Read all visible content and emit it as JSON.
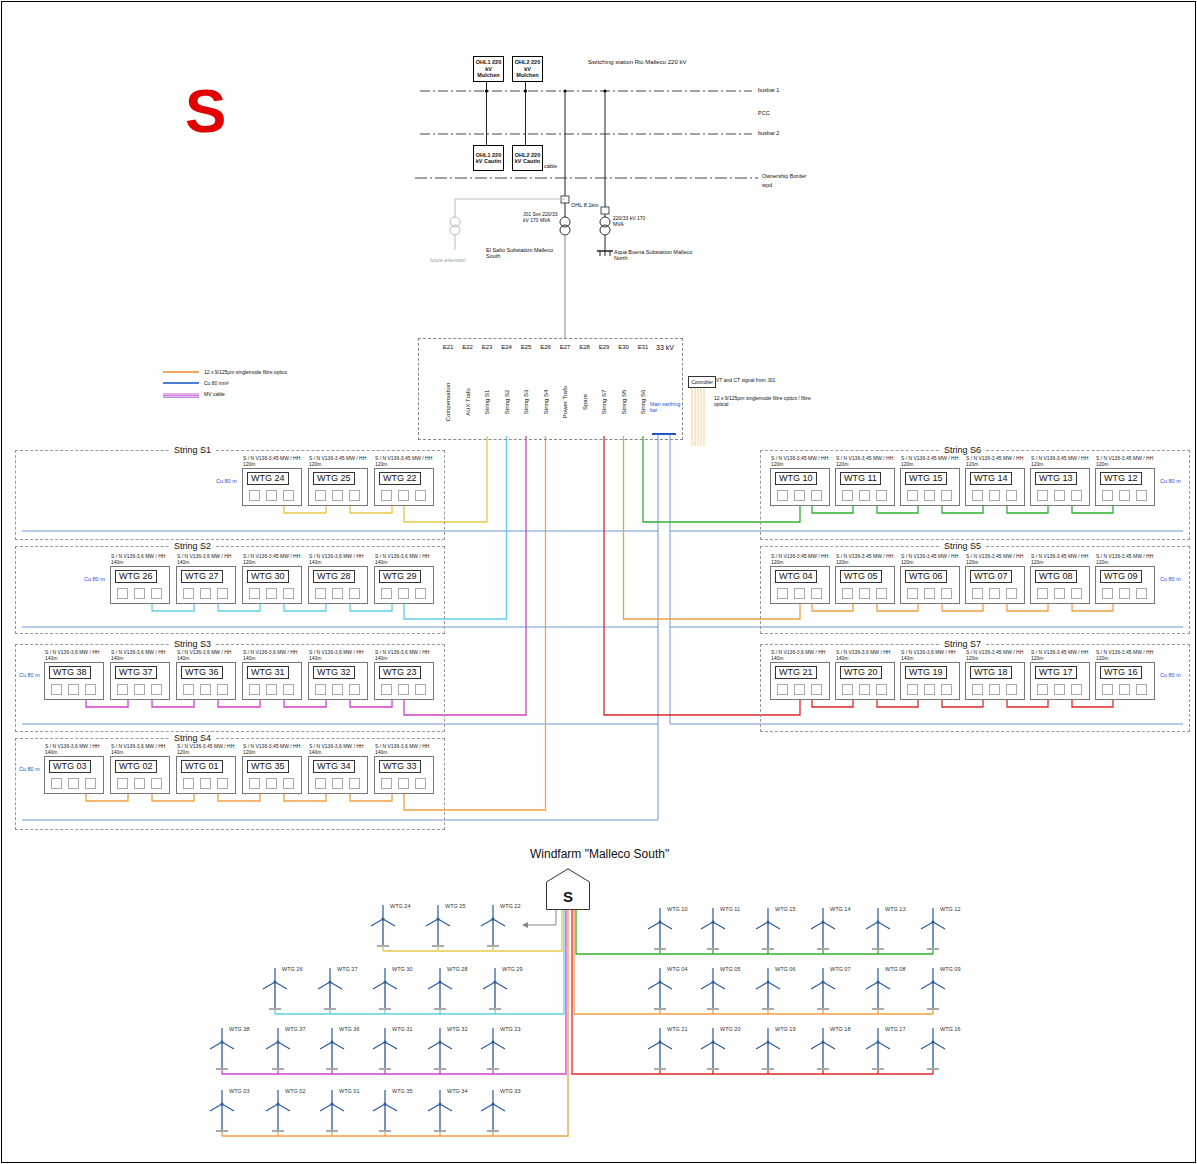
{
  "diagram": {
    "nodes": [
      {
        "text": [
          "OHL1 220 kV Mulchen"
        ]
      },
      {
        "text": [
          "OHL2 220 kV Mulchen"
        ]
      },
      {
        "text": [
          "OHL1 220 kV Cautin"
        ]
      },
      {
        "text": [
          "OHL2 220 kV Cautin"
        ]
      },
      {
        "text": [
          "33 kV"
        ]
      },
      {
        "text": [
          "E21",
          "Compensation"
        ],
        "in": 4
      },
      {
        "text": [
          "E22",
          "AUX Trafo"
        ],
        "in": 4
      },
      {
        "text": [
          "E23",
          "String S1"
        ],
        "in": 4
      },
      {
        "text": [
          "E24",
          "String S2"
        ],
        "in": 4
      },
      {
        "text": [
          "E25",
          "String S3"
        ],
        "in": 4
      },
      {
        "text": [
          "E26",
          "String S4"
        ],
        "in": 4
      },
      {
        "text": [
          "E27",
          "Power Trafo"
        ],
        "in": 4
      },
      {
        "text": [
          "E28",
          "Spare"
        ],
        "in": 4
      },
      {
        "text": [
          "E29",
          "String S7"
        ],
        "in": 4
      },
      {
        "text": [
          "E30",
          "String S5"
        ],
        "in": 4
      },
      {
        "text": [
          "E31",
          "String S6"
        ],
        "in": 4
      },
      {
        "text": [
          "Controller"
        ]
      },
      {
        "text": [
          "String S1"
        ]
      },
      {
        "text": [
          "S / N V136-3,45 MW / HH 120m",
          "WTG 24"
        ],
        "in": 17
      },
      {
        "text": [
          "S / N V136-3,45 MW / HH 120m",
          "WTG 25"
        ],
        "in": 17
      },
      {
        "text": [
          "S / N V136-3,45 MW / HH 120m",
          "WTG 22"
        ],
        "in": 17
      },
      {
        "text": [
          "String S2"
        ]
      },
      {
        "text": [
          "S / N V136-3,6 MW / HH 140m",
          "WTG 26"
        ],
        "in": 21
      },
      {
        "text": [
          "S / N V136-3,6 MW / HH 140m",
          "WTG 27"
        ],
        "in": 21
      },
      {
        "text": [
          "S / N V136-3,45 MW / HH 120m",
          "WTG 30"
        ],
        "in": 21
      },
      {
        "text": [
          "S / N V136-3,6 MW / HH 140m",
          "WTG 28"
        ],
        "in": 21
      },
      {
        "text": [
          "S / N V136-3,6 MW / HH 140m",
          "WTG 29"
        ],
        "in": 21
      },
      {
        "text": [
          "String S3"
        ]
      },
      {
        "text": [
          "S / N V136-3,6 MW / HH 140m",
          "WTG 38"
        ],
        "in": 27
      },
      {
        "text": [
          "S / N V136-3,6 MW / HH 140m",
          "WTG 37"
        ],
        "in": 27
      },
      {
        "text": [
          "S / N V136-3,6 MW / HH 140m",
          "WTG 36"
        ],
        "in": 27
      },
      {
        "text": [
          "S / N V136-3,6 MW / HH 140m",
          "WTG 31"
        ],
        "in": 27
      },
      {
        "text": [
          "S / N V136-3,6 MW / HH 140m",
          "WTG 32"
        ],
        "in": 27
      },
      {
        "text": [
          "S / N V136-3,6 MW / HH 140m",
          "WTG 23"
        ],
        "in": 27
      },
      {
        "text": [
          "String S4"
        ]
      },
      {
        "text": [
          "S / N V136-3,6 MW / HH 140m",
          "WTG 03"
        ],
        "in": 34
      },
      {
        "text": [
          "S / N V136-3,6 MW / HH 140m",
          "WTG 02"
        ],
        "in": 34
      },
      {
        "text": [
          "S / N V136-3,45 MW / HH 120m",
          "WTG 01"
        ],
        "in": 34
      },
      {
        "text": [
          "S / N V136-3,45 MW / HH 120m",
          "WTG 35"
        ],
        "in": 34
      },
      {
        "text": [
          "S / N V136-3,6 MW / HH 140m",
          "WTG 34"
        ],
        "in": 34
      },
      {
        "text": [
          "S / N V136-3,6 MW / HH 140m",
          "WTG 33"
        ],
        "in": 34
      },
      {
        "text": [
          "String S6"
        ]
      },
      {
        "text": [
          "S / N V136-3,45 MW / HH 120m",
          "WTG 10"
        ],
        "in": 41
      },
      {
        "text": [
          "S / N V136-3,45 MW / HH 120m",
          "WTG 11"
        ],
        "in": 41
      },
      {
        "text": [
          "S / N V136-3,45 MW / HH 120m",
          "WTG 15"
        ],
        "in": 41
      },
      {
        "text": [
          "S / N V136-3,45 MW / HH 120m",
          "WTG 14"
        ],
        "in": 41
      },
      {
        "text": [
          "S / N V136-3,45 MW / HH 120m",
          "WTG 13"
        ],
        "in": 41
      },
      {
        "text": [
          "S / N V136-3,45 MW / HH 120m",
          "WTG 12"
        ],
        "in": 41
      },
      {
        "text": [
          "String S5"
        ]
      },
      {
        "text": [
          "S / N V136-3,45 MW / HH 120m",
          "WTG 04"
        ],
        "in": 48
      },
      {
        "text": [
          "S / N V136-3,45 MW / HH 120m",
          "WTG 05"
        ],
        "in": 48
      },
      {
        "text": [
          "S / N V136-3,45 MW / HH 120m",
          "WTG 06"
        ],
        "in": 48
      },
      {
        "text": [
          "S / N V136-3,45 MW / HH 120m",
          "WTG 07"
        ],
        "in": 48
      },
      {
        "text": [
          "S / N V136-3,45 MW / HH 120m",
          "WTG 08"
        ],
        "in": 48
      },
      {
        "text": [
          "S / N V136-3,45 MW / HH 120m",
          "WTG 09"
        ],
        "in": 48
      },
      {
        "text": [
          "String S7"
        ]
      },
      {
        "text": [
          "S / N V136-3,6 MW / HH 140m",
          "WTG 21"
        ],
        "in": 55
      },
      {
        "text": [
          "S / N V136-3,6 MW / HH 140m",
          "WTG 20"
        ],
        "in": 55
      },
      {
        "text": [
          "S / N V136-3,6 MW / HH 140m",
          "WTG 19"
        ],
        "in": 55
      },
      {
        "text": [
          "S / N V136-3,45 MW / HH 120m",
          "WTG 18"
        ],
        "in": 55
      },
      {
        "text": [
          "S / N V136-3,45 MW / HH 120m",
          "WTG 17"
        ],
        "in": 55
      },
      {
        "text": [
          "S / N V136-3,45 MW / HH 120m",
          "WTG 16"
        ],
        "in": 55
      },
      {
        "text": [
          "S"
        ]
      }
    ],
    "edges": [
      {
        "from": 7,
        "to": 20,
        "arrow": "none"
      },
      {
        "from": 8,
        "to": 26,
        "arrow": "none"
      },
      {
        "from": 9,
        "to": 33,
        "arrow": "none"
      },
      {
        "from": 10,
        "to": 40,
        "arrow": "none"
      },
      {
        "from": 13,
        "to": 56,
        "arrow": "none"
      },
      {
        "from": 14,
        "to": 49,
        "arrow": "none"
      },
      {
        "from": 15,
        "to": 42,
        "arrow": "none"
      },
      {
        "from": 20,
        "to": 19,
        "arrow": "none"
      },
      {
        "from": 19,
        "to": 18,
        "arrow": "none"
      },
      {
        "from": 26,
        "to": 25,
        "arrow": "none"
      },
      {
        "from": 25,
        "to": 24,
        "arrow": "none"
      },
      {
        "from": 24,
        "to": 23,
        "arrow": "none"
      },
      {
        "from": 23,
        "to": 22,
        "arrow": "none"
      },
      {
        "from": 33,
        "to": 32,
        "arrow": "none"
      },
      {
        "from": 32,
        "to": 31,
        "arrow": "none"
      },
      {
        "from": 31,
        "to": 30,
        "arrow": "none"
      },
      {
        "from": 30,
        "to": 29,
        "arrow": "none"
      },
      {
        "from": 29,
        "to": 28,
        "arrow": "none"
      },
      {
        "from": 40,
        "to": 39,
        "arrow": "none"
      },
      {
        "from": 39,
        "to": 38,
        "arrow": "none"
      },
      {
        "from": 38,
        "to": 37,
        "arrow": "none"
      },
      {
        "from": 37,
        "to": 36,
        "arrow": "none"
      },
      {
        "from": 36,
        "to": 35,
        "arrow": "none"
      },
      {
        "from": 42,
        "to": 43,
        "arrow": "none"
      },
      {
        "from": 43,
        "to": 44,
        "arrow": "none"
      },
      {
        "from": 44,
        "to": 45,
        "arrow": "none"
      },
      {
        "from": 45,
        "to": 46,
        "arrow": "none"
      },
      {
        "from": 46,
        "to": 47,
        "arrow": "none"
      },
      {
        "from": 49,
        "to": 50,
        "arrow": "none"
      },
      {
        "from": 50,
        "to": 51,
        "arrow": "none"
      },
      {
        "from": 51,
        "to": 52,
        "arrow": "none"
      },
      {
        "from": 52,
        "to": 53,
        "arrow": "none"
      },
      {
        "from": 53,
        "to": 54,
        "arrow": "none"
      },
      {
        "from": 56,
        "to": 57,
        "arrow": "none"
      },
      {
        "from": 57,
        "to": 58,
        "arrow": "none"
      },
      {
        "from": 58,
        "to": 59,
        "arrow": "none"
      },
      {
        "from": 59,
        "to": 60,
        "arrow": "none"
      },
      {
        "from": 60,
        "to": 61,
        "arrow": "none"
      }
    ],
    "labels": [
      "S",
      "Switching station Rio Malleco 220 kV",
      "busbar 1",
      "PCC",
      "busbar 2",
      "Ownership Border",
      "wpd",
      "cable",
      "OHL 8.1km",
      "J01 Sxx 220/33 kV 170 MVA",
      "220/33 kV 170 MVA",
      "El Salto Substation Malleco South",
      "Aqua Buena Substation Malleco North",
      "future extension",
      "Main earthing bar",
      "VT and CT signal from J01",
      "12 x 9/125µm singlemode fibre optics / fibre optical",
      "Cu 80 m",
      "Cu 80 m",
      "Cu 80 m",
      "Cu 80 m",
      "Cu 80 m",
      "Cu 80 m",
      "Cu 80 m",
      "Windfarm \"Malleco South\"",
      "WTG 24",
      "WTG 25",
      "WTG 22",
      "WTG 10",
      "WTG 11",
      "WTG 15",
      "WTG 14",
      "WTG 13",
      "WTG 12",
      "WTG 26",
      "WTG 27",
      "WTG 30",
      "WTG 28",
      "WTG 29",
      "WTG 04",
      "WTG 05",
      "WTG 06",
      "WTG 07",
      "WTG 08",
      "WTG 09",
      "WTG 38",
      "WTG 37",
      "WTG 36",
      "WTG 31",
      "WTG 32",
      "WTG 23",
      "WTG 21",
      "WTG 20",
      "WTG 19",
      "WTG 18",
      "WTG 17",
      "WTG 16",
      "WTG 03",
      "WTG 02",
      "WTG 01",
      "WTG 35",
      "WTG 34",
      "WTG 33"
    ],
    "legend": [
      {
        "text": "12 x 9/125µm singlemode fibre optics",
        "color": "#f0a860"
      },
      {
        "text": "Cu 80 mm²",
        "color": "#4a7fd0"
      },
      {
        "text": "MV cable"
      }
    ]
  }
}
